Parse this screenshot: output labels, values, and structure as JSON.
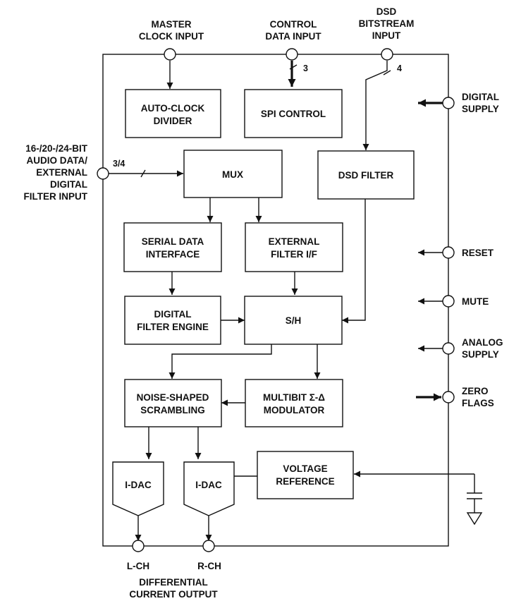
{
  "colors": {
    "stroke": "#111111",
    "background": "#ffffff"
  },
  "top_inputs": {
    "master_clock": [
      "MASTER",
      "CLOCK INPUT"
    ],
    "control_data": [
      "CONTROL",
      "DATA INPUT"
    ],
    "dsd": [
      "DSD",
      "BITSTREAM",
      "INPUT"
    ]
  },
  "bus_widths": {
    "control": "3",
    "dsd": "4",
    "audio": "3/4"
  },
  "left_input": [
    "16-/20-/24-BIT",
    "AUDIO DATA/",
    "EXTERNAL",
    "DIGITAL",
    "FILTER INPUT"
  ],
  "blocks": {
    "auto_clock": [
      "AUTO-CLOCK",
      "DIVIDER"
    ],
    "spi": [
      "SPI CONTROL"
    ],
    "mux": [
      "MUX"
    ],
    "dsd_filter": [
      "DSD FILTER"
    ],
    "serial_data": [
      "SERIAL DATA",
      "INTERFACE"
    ],
    "ext_filter": [
      "EXTERNAL",
      "FILTER I/F"
    ],
    "digital_filter": [
      "DIGITAL",
      "FILTER ENGINE"
    ],
    "sh": [
      "S/H"
    ],
    "noise_shaped": [
      "NOISE-SHAPED",
      "SCRAMBLING"
    ],
    "modulator": [
      "MULTIBIT Σ-Δ",
      "MODULATOR"
    ],
    "voltage_ref": [
      "VOLTAGE",
      "REFERENCE"
    ],
    "idac_left": [
      "I-DAC"
    ],
    "idac_right": [
      "I-DAC"
    ]
  },
  "right_pins": {
    "digital_supply": [
      "DIGITAL",
      "SUPPLY"
    ],
    "reset": [
      "RESET"
    ],
    "mute": [
      "MUTE"
    ],
    "analog_supply": [
      "ANALOG",
      "SUPPLY"
    ],
    "zero_flags": [
      "ZERO",
      "FLAGS"
    ]
  },
  "outputs": {
    "left_channel": "L-CH",
    "right_channel": "R-CH",
    "caption": [
      "DIFFERENTIAL",
      "CURRENT OUTPUT"
    ]
  }
}
